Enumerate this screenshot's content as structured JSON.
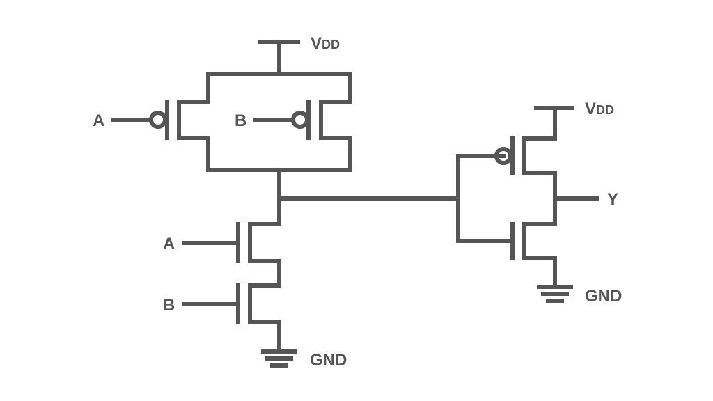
{
  "diagram": {
    "colors": {
      "line": "#555555",
      "text": "#555555",
      "background": "#ffffff"
    },
    "labels": {
      "vdd_main": "V",
      "vdd_main_sub": "DD",
      "vdd_inv": "V",
      "vdd_inv_sub": "DD",
      "gnd_main": "GND",
      "gnd_inv": "GND",
      "input_a_pmos": "A",
      "input_b_pmos": "B",
      "input_a_nmos": "A",
      "input_b_nmos": "B",
      "output_y": "Y"
    },
    "components": [
      {
        "name": "pmos-a",
        "type": "PMOS",
        "input": "A"
      },
      {
        "name": "pmos-b",
        "type": "PMOS",
        "input": "B"
      },
      {
        "name": "nmos-a",
        "type": "NMOS",
        "input": "A"
      },
      {
        "name": "nmos-b",
        "type": "NMOS",
        "input": "B"
      },
      {
        "name": "inverter-pmos",
        "type": "PMOS"
      },
      {
        "name": "inverter-nmos",
        "type": "NMOS"
      }
    ]
  }
}
